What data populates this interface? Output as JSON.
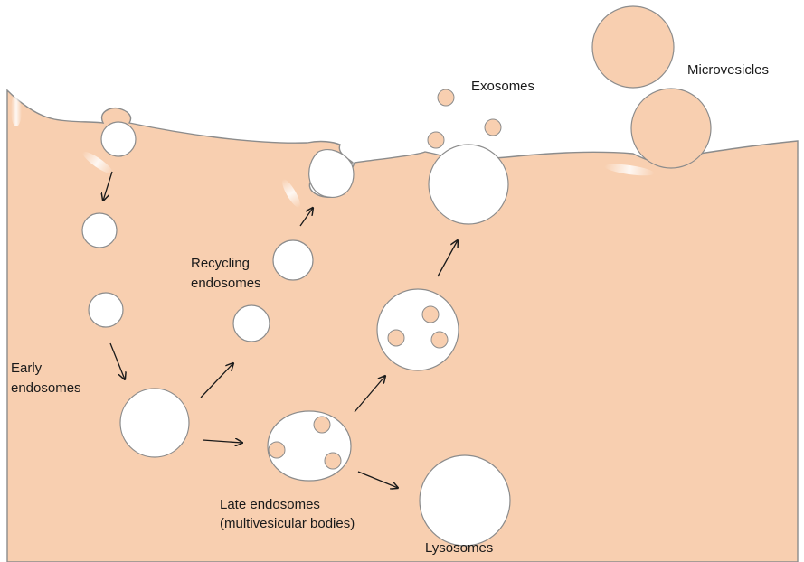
{
  "labels": {
    "exosomes": "Exosomes",
    "microvesicles": "Microvesicles",
    "recycling_line1": "Recycling",
    "recycling_line2": "endosomes",
    "early_line1": "Early",
    "early_line2": "endosomes",
    "late_line1": "Late endosomes",
    "late_line2": "(multivesicular bodies)",
    "lysosomes": "Lysosomes"
  },
  "colors": {
    "cytoplasm": "#f8cfb0",
    "membrane": "#8c8c8c",
    "vesicle_lumen": "#ffffff",
    "arrow": "#1a1a1a"
  }
}
